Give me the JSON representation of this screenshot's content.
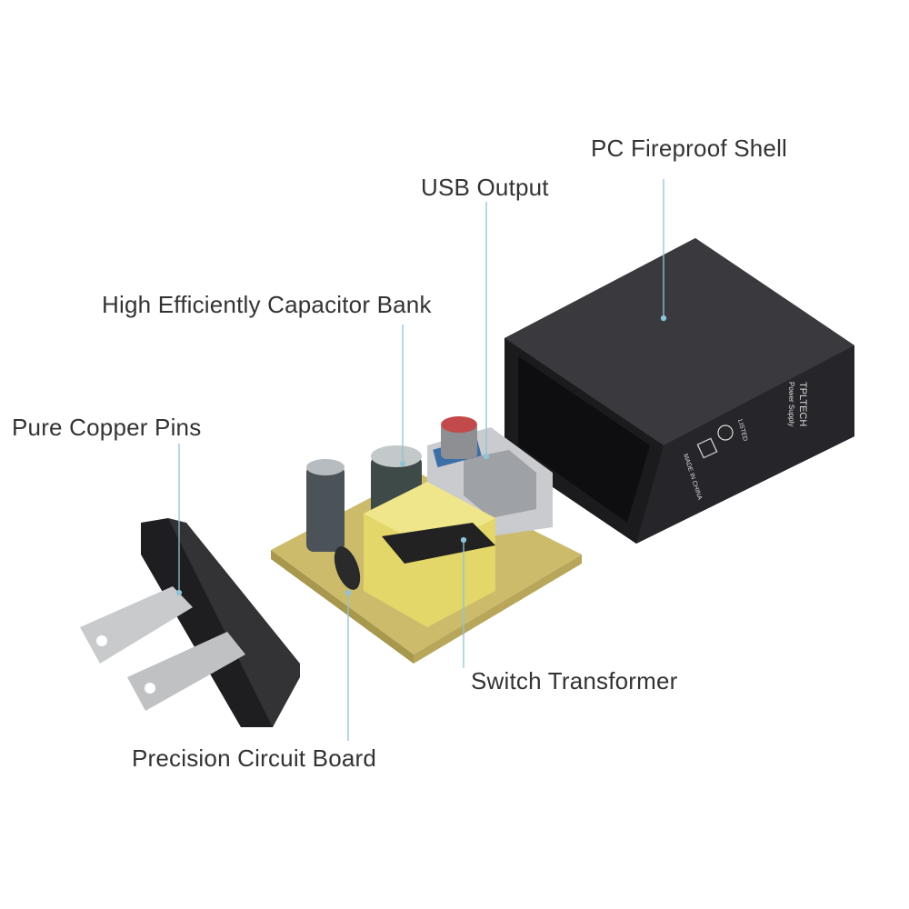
{
  "labels": {
    "shell": "PC Fireproof Shell",
    "usb": "USB Output",
    "capacitor": "High Efficiently Capacitor Bank",
    "pins": "Pure Copper Pins",
    "transformer": "Switch Transformer",
    "board": "Precision Circuit Board"
  },
  "product_markings": {
    "brand": "TPLTECH",
    "line2": "Power Supply",
    "listed": "LISTED",
    "origin": "MADE IN CHINA"
  },
  "colors": {
    "leader_line": "#8fc3d6",
    "text": "#333333",
    "shell": "#2b2b2d",
    "board": "#d8c77a",
    "transformer": "#e6dc6a"
  }
}
